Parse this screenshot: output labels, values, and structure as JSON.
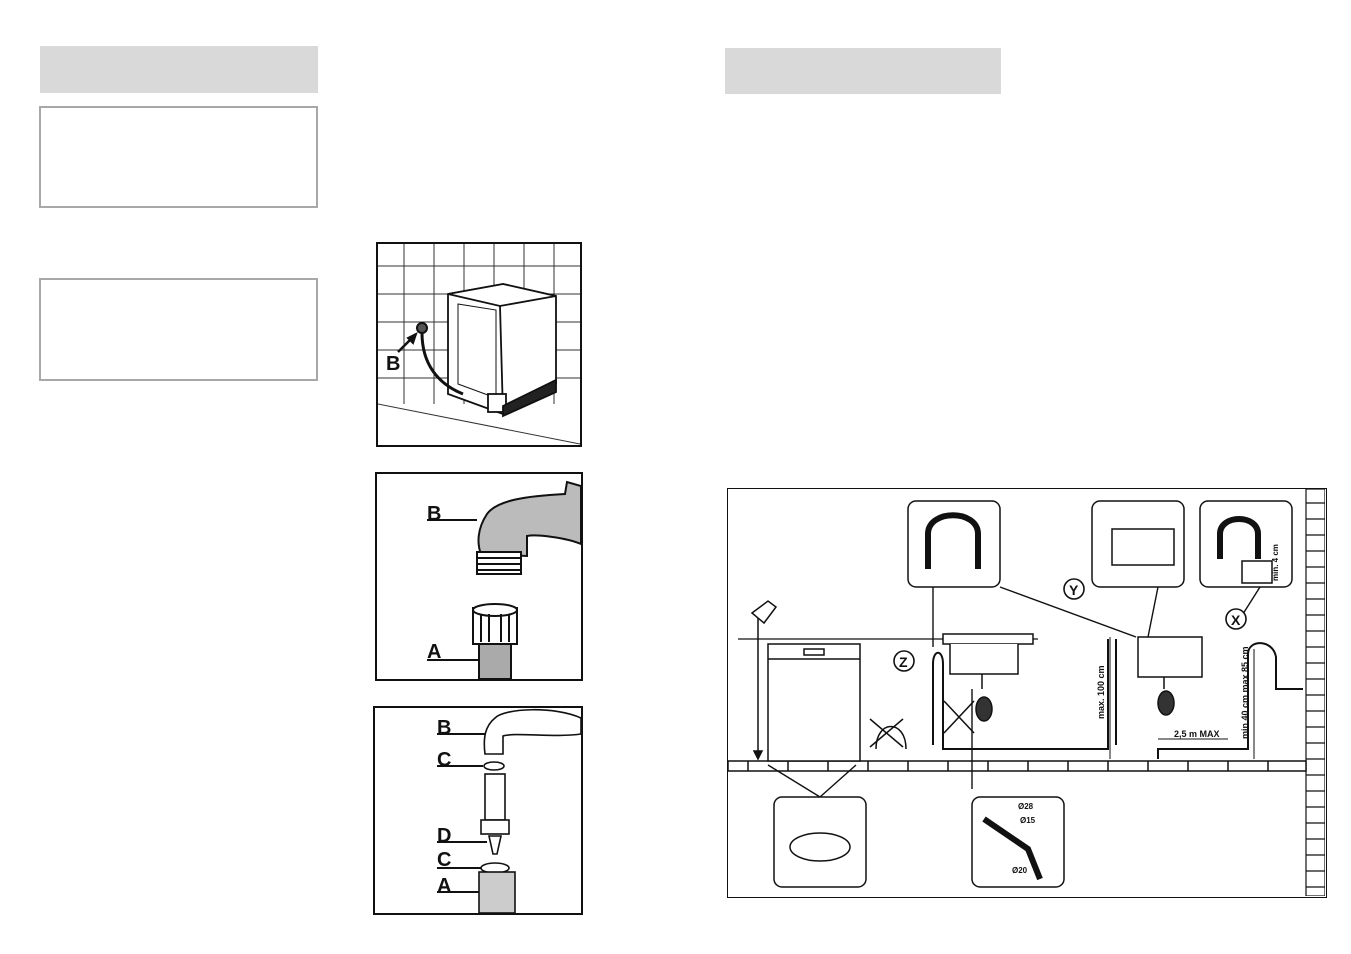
{
  "left_page": {
    "header_bar": "",
    "note_box_1": "",
    "note_box_2": ""
  },
  "right_page": {
    "header_bar": ""
  },
  "figure_tap": {
    "label_b": "B"
  },
  "figure_tap_detail": {
    "label_b": "B",
    "label_a": "A"
  },
  "figure_adapter": {
    "label_b": "B",
    "label_c1": "C",
    "label_d": "D",
    "label_c2": "C",
    "label_a": "A"
  },
  "figure_drain": {
    "label_z": "Z",
    "label_y": "Y",
    "label_x": "X",
    "max_100": "max. 100 cm",
    "min_40_max_85": "min 40 cm max 85 cm",
    "max_2_5m": "2,5 m MAX",
    "min_4": "min. 4 cm",
    "dia_28": "Ø28",
    "dia_15": "Ø15",
    "dia_20": "Ø20"
  }
}
